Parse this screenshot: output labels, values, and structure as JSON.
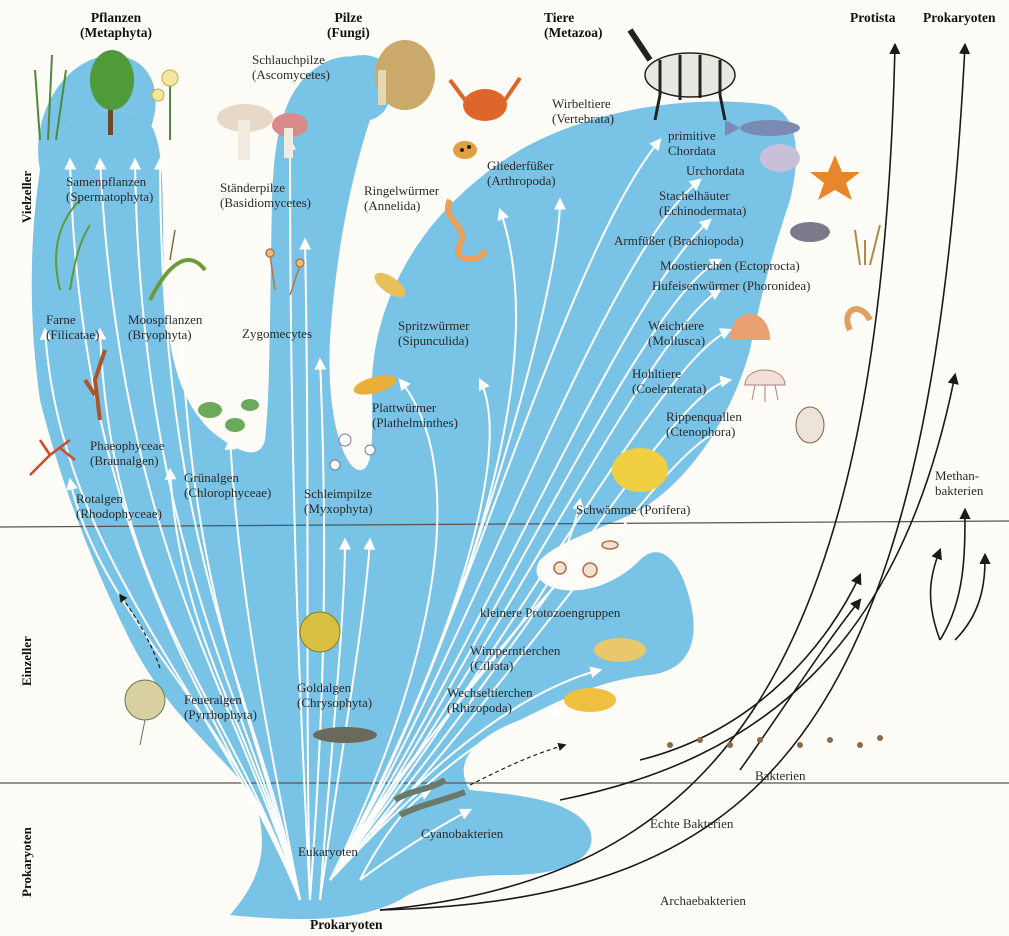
{
  "diagram": {
    "level_labels": {
      "multicellular": "Vielzeller",
      "unicellular": "Einzeller",
      "prokaryotes": "Prokaryoten"
    },
    "kingdoms": {
      "plants": [
        "Pflanzen",
        "(Metaphyta)"
      ],
      "fungi": [
        "Pilze",
        "(Fungi)"
      ],
      "animals": [
        "Tiere",
        "(Metazoa)"
      ],
      "protista": "Protista",
      "prokaryotes": "Prokaryoten",
      "methanobacteria": [
        "Methan-",
        "bakterien"
      ]
    },
    "groups": {
      "seed_plants": [
        "Samenpflanzen",
        "(Spermatophyta)"
      ],
      "ferns": [
        "Farne",
        "(Filicatae)"
      ],
      "mosses": [
        "Moospflanzen",
        "(Bryophyta)"
      ],
      "brown_algae": [
        "Phaeophyceae",
        "(Braunalgen)"
      ],
      "red_algae": [
        "Rotalgen",
        "(Rhodophyceae)"
      ],
      "green_algae": [
        "Grünalgen",
        "(Chlorophyceae)"
      ],
      "ascomycetes": [
        "Schlauchpilze",
        "(Ascomycetes)"
      ],
      "basidiomycetes": [
        "Ständerpilze",
        "(Basidiomycetes)"
      ],
      "zygomycetes": "Zygomecytes",
      "slime_molds": [
        "Schleimpilze",
        "(Myxophyta)"
      ],
      "annelids": [
        "Ringelwürmer",
        "(Annelida)"
      ],
      "arthropods": [
        "Gliederfüßer",
        "(Arthropoda)"
      ],
      "vertebrates": [
        "Wirbeltiere",
        "(Vertebrata)"
      ],
      "primitive_chordates": [
        "primitive",
        "Chordata"
      ],
      "urchordates": "Urchordata",
      "echinoderms": [
        "Stachelhäuter",
        "(Echinodermata)"
      ],
      "brachiopods": "Armfüßer (Brachiopoda)",
      "bryozoans": "Moostierchen (Ectoprocta)",
      "phoronids": "Hufeisenwürmer (Phoronidea)",
      "sipunculids": [
        "Spritzwürmer",
        "(Sipunculida)"
      ],
      "molluscs": [
        "Weichtiere",
        "(Mollusca)"
      ],
      "cnidarians": [
        "Hohltiere",
        "(Coelenterata)"
      ],
      "ctenophores": [
        "Rippenquallen",
        "(Ctenophora)"
      ],
      "flatworms": [
        "Plattwürmer",
        "(Plathelminthes)"
      ],
      "sponges": "Schwämme (Porifera)",
      "small_protozoa": "kleinere Protozoengruppen",
      "ciliates": [
        "Wimperntierchen",
        "(Ciliata)"
      ],
      "rhizopods": [
        "Wechseltierchen",
        "(Rhizopoda)"
      ],
      "dinoflagellates": [
        "Feueralgen",
        "(Pyrrhophyta)"
      ],
      "golden_algae": [
        "Goldalgen",
        "(Chrysophyta)"
      ],
      "eukaryotes": "Eukaryoten",
      "cyanobacteria": "Cyanobakterien",
      "true_bacteria": "Echte Bakterien",
      "bacteria": "Bakterien",
      "archaebacteria": "Archaebakterien",
      "root": "Prokaryoten"
    },
    "colors": {
      "tree_fill": "#79c3e6",
      "branch_line": "#ffffff",
      "outer_line": "#1a1a1a",
      "divider": "#555555"
    }
  }
}
